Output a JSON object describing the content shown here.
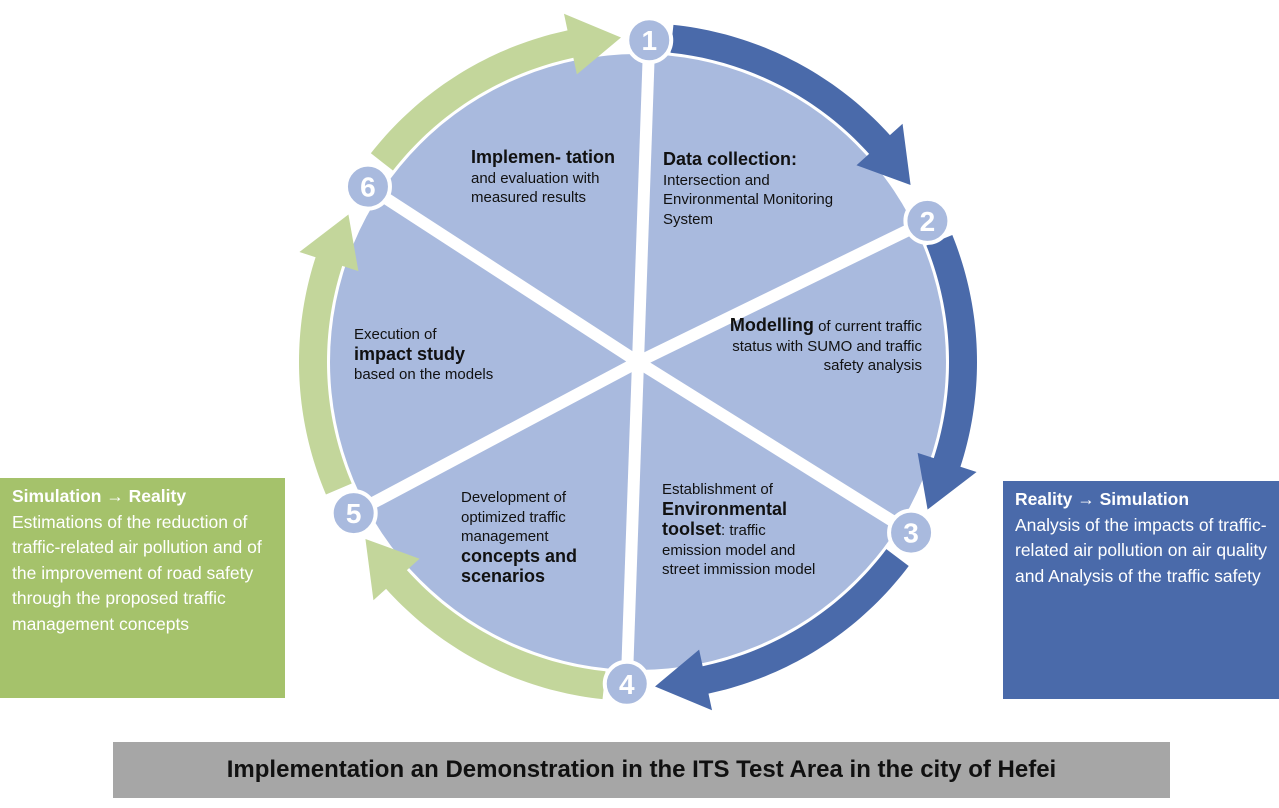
{
  "colors": {
    "pie": "#a9bade",
    "blue": "#4a6aaa",
    "green": "#c3d69b",
    "green_box": "#a5c26b",
    "banner": "#a6a6a6"
  },
  "steps": [
    {
      "num": "1",
      "bold": "Data collection:",
      "text": "Intersection and Environmental Monitoring System"
    },
    {
      "num": "2",
      "bold": "Modelling",
      "text": "of current traffic status with SUMO and traffic safety analysis"
    },
    {
      "num": "3",
      "pre": "Establishment of",
      "bold": "Environmental toolset",
      "text": ": traffic emission model and street immission model"
    },
    {
      "num": "4",
      "pre": "Development of optimized traffic management",
      "bold": "concepts and scenarios"
    },
    {
      "num": "5",
      "pre": "Execution of",
      "bold": "impact study",
      "text": "based on the models"
    },
    {
      "num": "6",
      "bold": "Implemen- tation",
      "text": "and evaluation with measured results"
    }
  ],
  "left_box": {
    "heading": "Simulation → Reality",
    "text": "Estimations of the reduction of traffic-related air pollution and of the improvement of road safety through the proposed traffic management concepts"
  },
  "right_box": {
    "heading": "Reality → Simulation",
    "text": "Analysis of the impacts of traffic-related air pollution on air quality and Analysis of the traffic safety"
  },
  "banner": "Implementation an Demonstration in the ITS Test Area in the city of Hefei"
}
